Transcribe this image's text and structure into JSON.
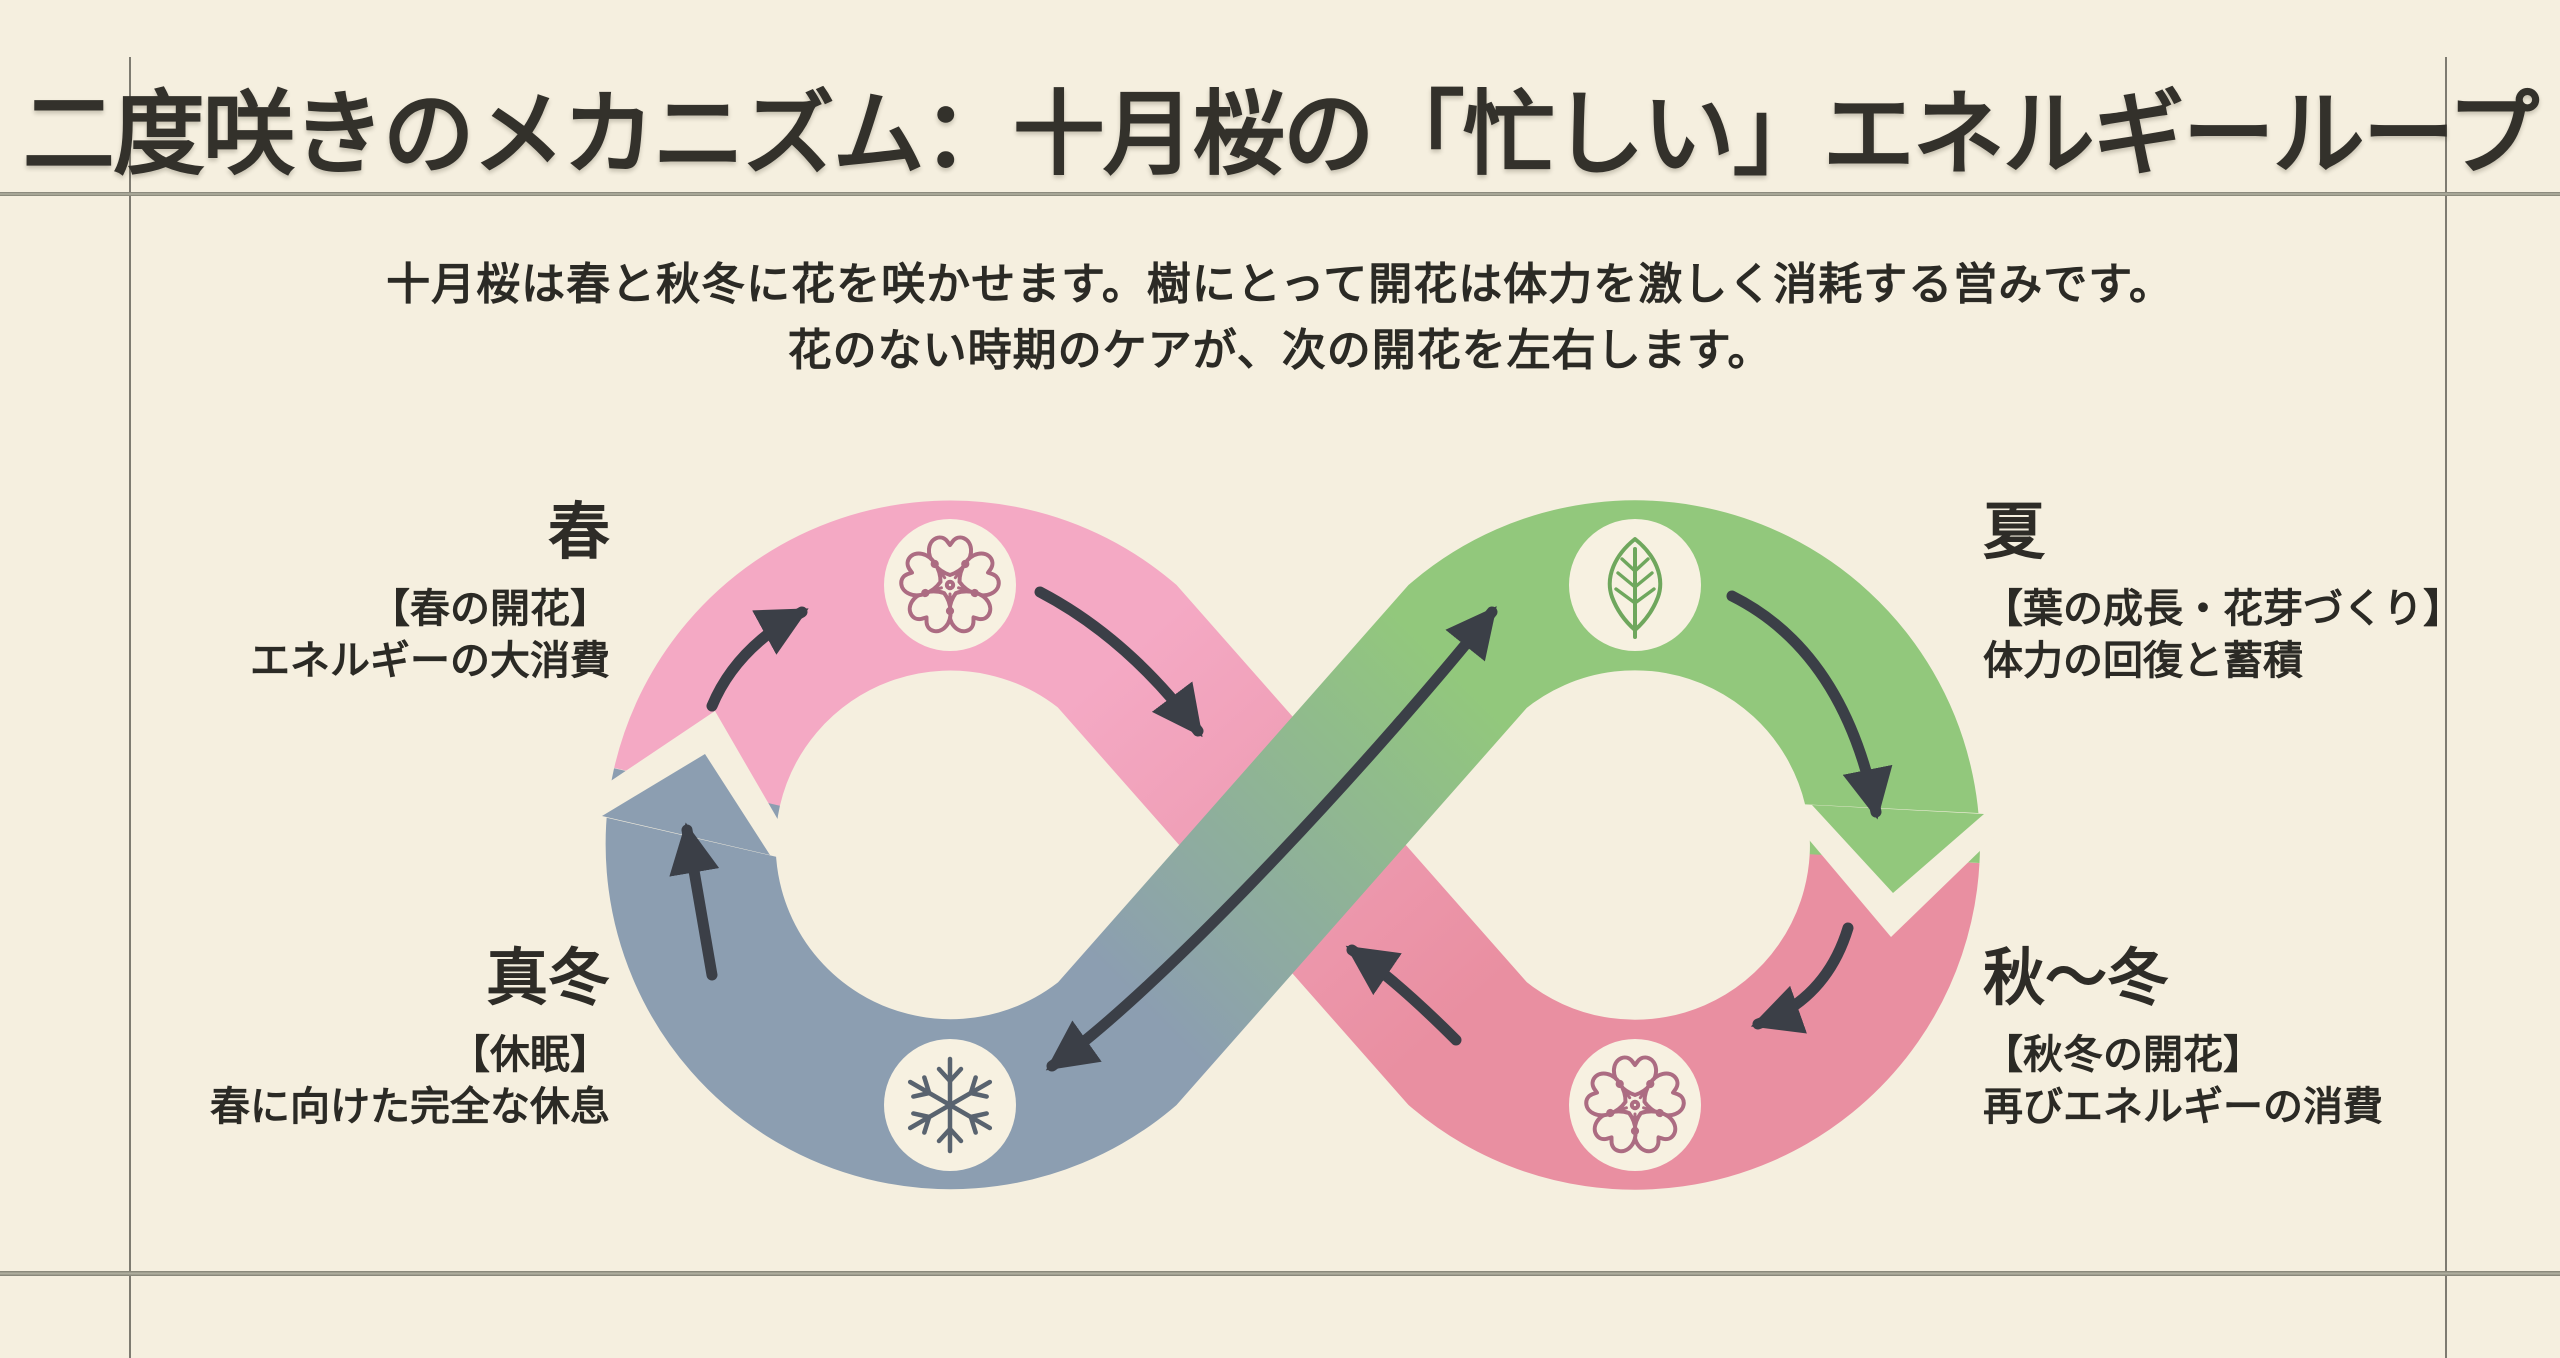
{
  "header": {
    "title": "二度咲きのメカニズム：十月桜の「忙しい」エネルギーループ",
    "subtitle_line1": "十月桜は春と秋冬に花を咲かせます。樹にとって開花は体力を激しく消耗する営みです。",
    "subtitle_line2": "花のない時期のケアが、次の開花を左右します。"
  },
  "stages": {
    "spring": {
      "season": "春",
      "phase": "【春の開花】",
      "desc": "エネルギーの大消費",
      "icon": "sakura-icon"
    },
    "summer": {
      "season": "夏",
      "phase": "【葉の成長・花芽づくり】",
      "desc": "体力の回復と蓄積",
      "icon": "leaf-icon"
    },
    "autumn_winter": {
      "season": "秋〜冬",
      "phase": "【秋冬の開花】",
      "desc": "再びエネルギーの消費",
      "icon": "sakura-icon"
    },
    "midwinter": {
      "season": "真冬",
      "phase": "【休眠】",
      "desc": "春に向けた完全な休息",
      "icon": "snowflake-icon"
    }
  },
  "colors": {
    "bg": "#F5EFDF",
    "ink": "#33312B",
    "text": "#2B2A25",
    "pink": "#F4A9C4",
    "rose": "#E98FA1",
    "green": "#92C87C",
    "slate": "#8C9EB1",
    "arrow": "#3B3F47",
    "rule": "#8E8D7F",
    "vline": "#55544C",
    "sakura": "#AC6C82",
    "leaf": "#6FA75D",
    "snow": "#59636F",
    "circle": "#F7F1E1"
  }
}
